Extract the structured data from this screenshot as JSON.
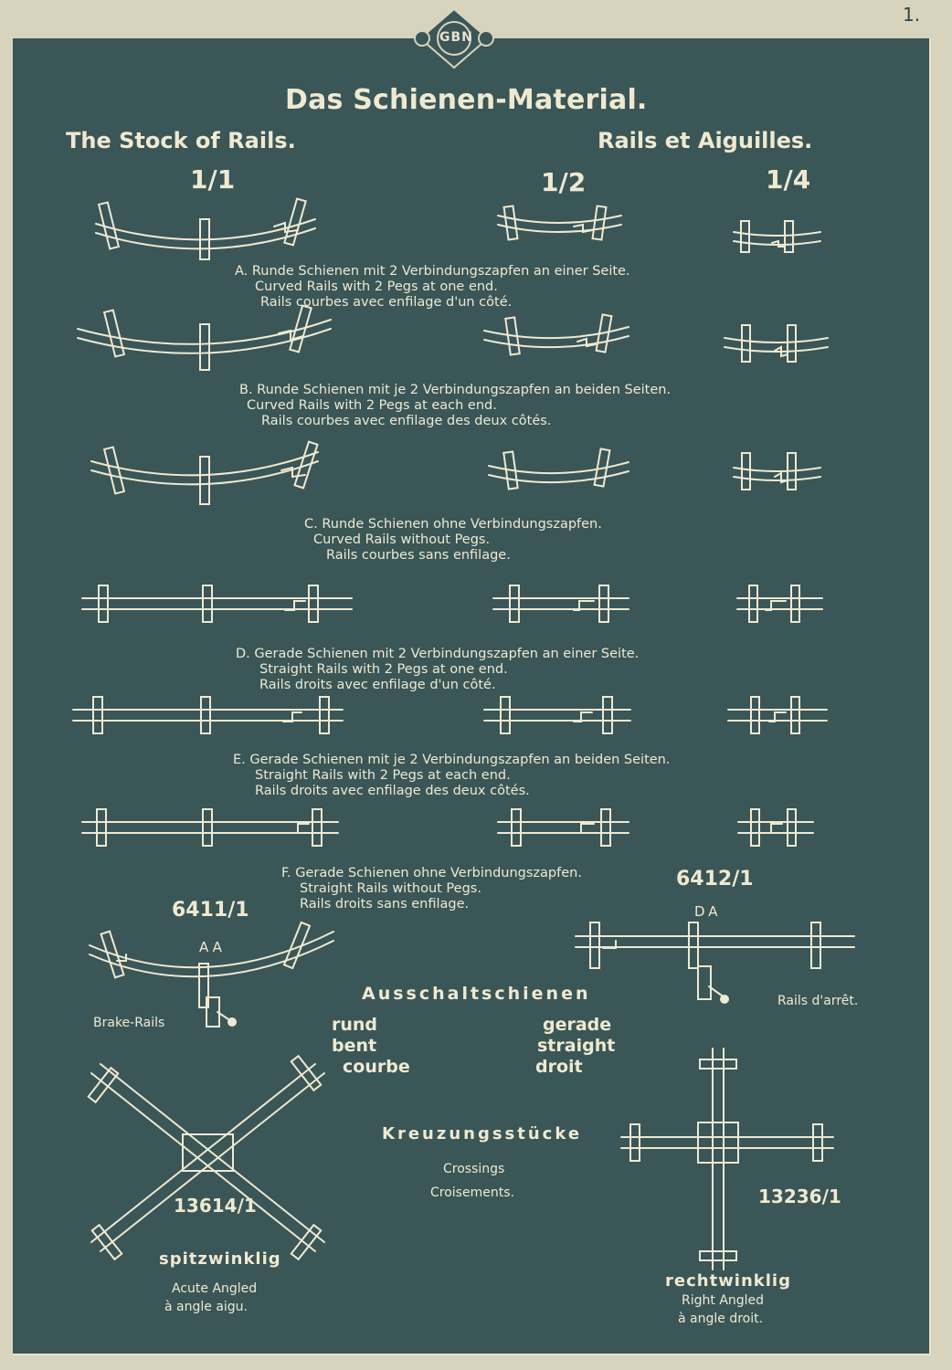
{
  "page_number": "1.",
  "logo_text": "GBN",
  "title": "Das Schienen-Material.",
  "subtitle_left": "The Stock of Rails.",
  "subtitle_right": "Rails et Aiguilles.",
  "scales": [
    "1/1",
    "1/2",
    "1/4"
  ],
  "captions": {
    "A": [
      "A. Runde Schienen mit 2 Verbindungszapfen an einer Seite.",
      "Curved Rails with 2 Pegs at one end.",
      "Rails courbes avec enfilage d'un côté."
    ],
    "B": [
      "B. Runde Schienen mit je 2 Verbindungszapfen an beiden Seiten.",
      "Curved Rails with 2 Pegs at each end.",
      "Rails courbes avec enfilage des deux côtés."
    ],
    "C": [
      "C. Runde Schienen ohne Verbindungszapfen.",
      "Curved Rails without Pegs.",
      "Rails courbes sans enfilage."
    ],
    "D": [
      "D. Gerade Schienen mit 2 Verbindungszapfen an einer Seite.",
      "Straight Rails with 2 Pegs at one end.",
      "Rails droits avec enfilage d'un côté."
    ],
    "E": [
      "E. Gerade Schienen mit je 2 Verbindungszapfen an beiden Seiten.",
      "Straight Rails with 2 Pegs at each end.",
      "Rails droits avec enfilage des deux côtés."
    ],
    "F": [
      "F. Gerade Schienen ohne Verbindungszapfen.",
      "Straight Rails without Pegs.",
      "Rails droits sans enfilage."
    ]
  },
  "brake": {
    "left_number": "6411/1",
    "left_code": "AA",
    "left_label": "Brake-Rails",
    "right_number": "6412/1",
    "right_code": "DA",
    "right_label": "Rails d'arrêt.",
    "heading": "Ausschaltschienen",
    "bent": [
      "rund",
      "bent",
      "courbe"
    ],
    "straight": [
      "gerade",
      "straight",
      "droit"
    ]
  },
  "crossings": {
    "heading": "Kreuzungsstücke",
    "en": "Crossings",
    "fr": "Croisements.",
    "acute_number": "13614/1",
    "acute_de": "spitzwinklig",
    "acute_en": "Acute Angled",
    "acute_fr": "à angle aigu.",
    "right_number": "13236/1",
    "right_de": "rechtwinklig",
    "right_en": "Right Angled",
    "right_fr": "à angle droit."
  },
  "colors": {
    "panel": "#3a5656",
    "ink": "#efe9d2",
    "paper": "#d8d3bd"
  }
}
